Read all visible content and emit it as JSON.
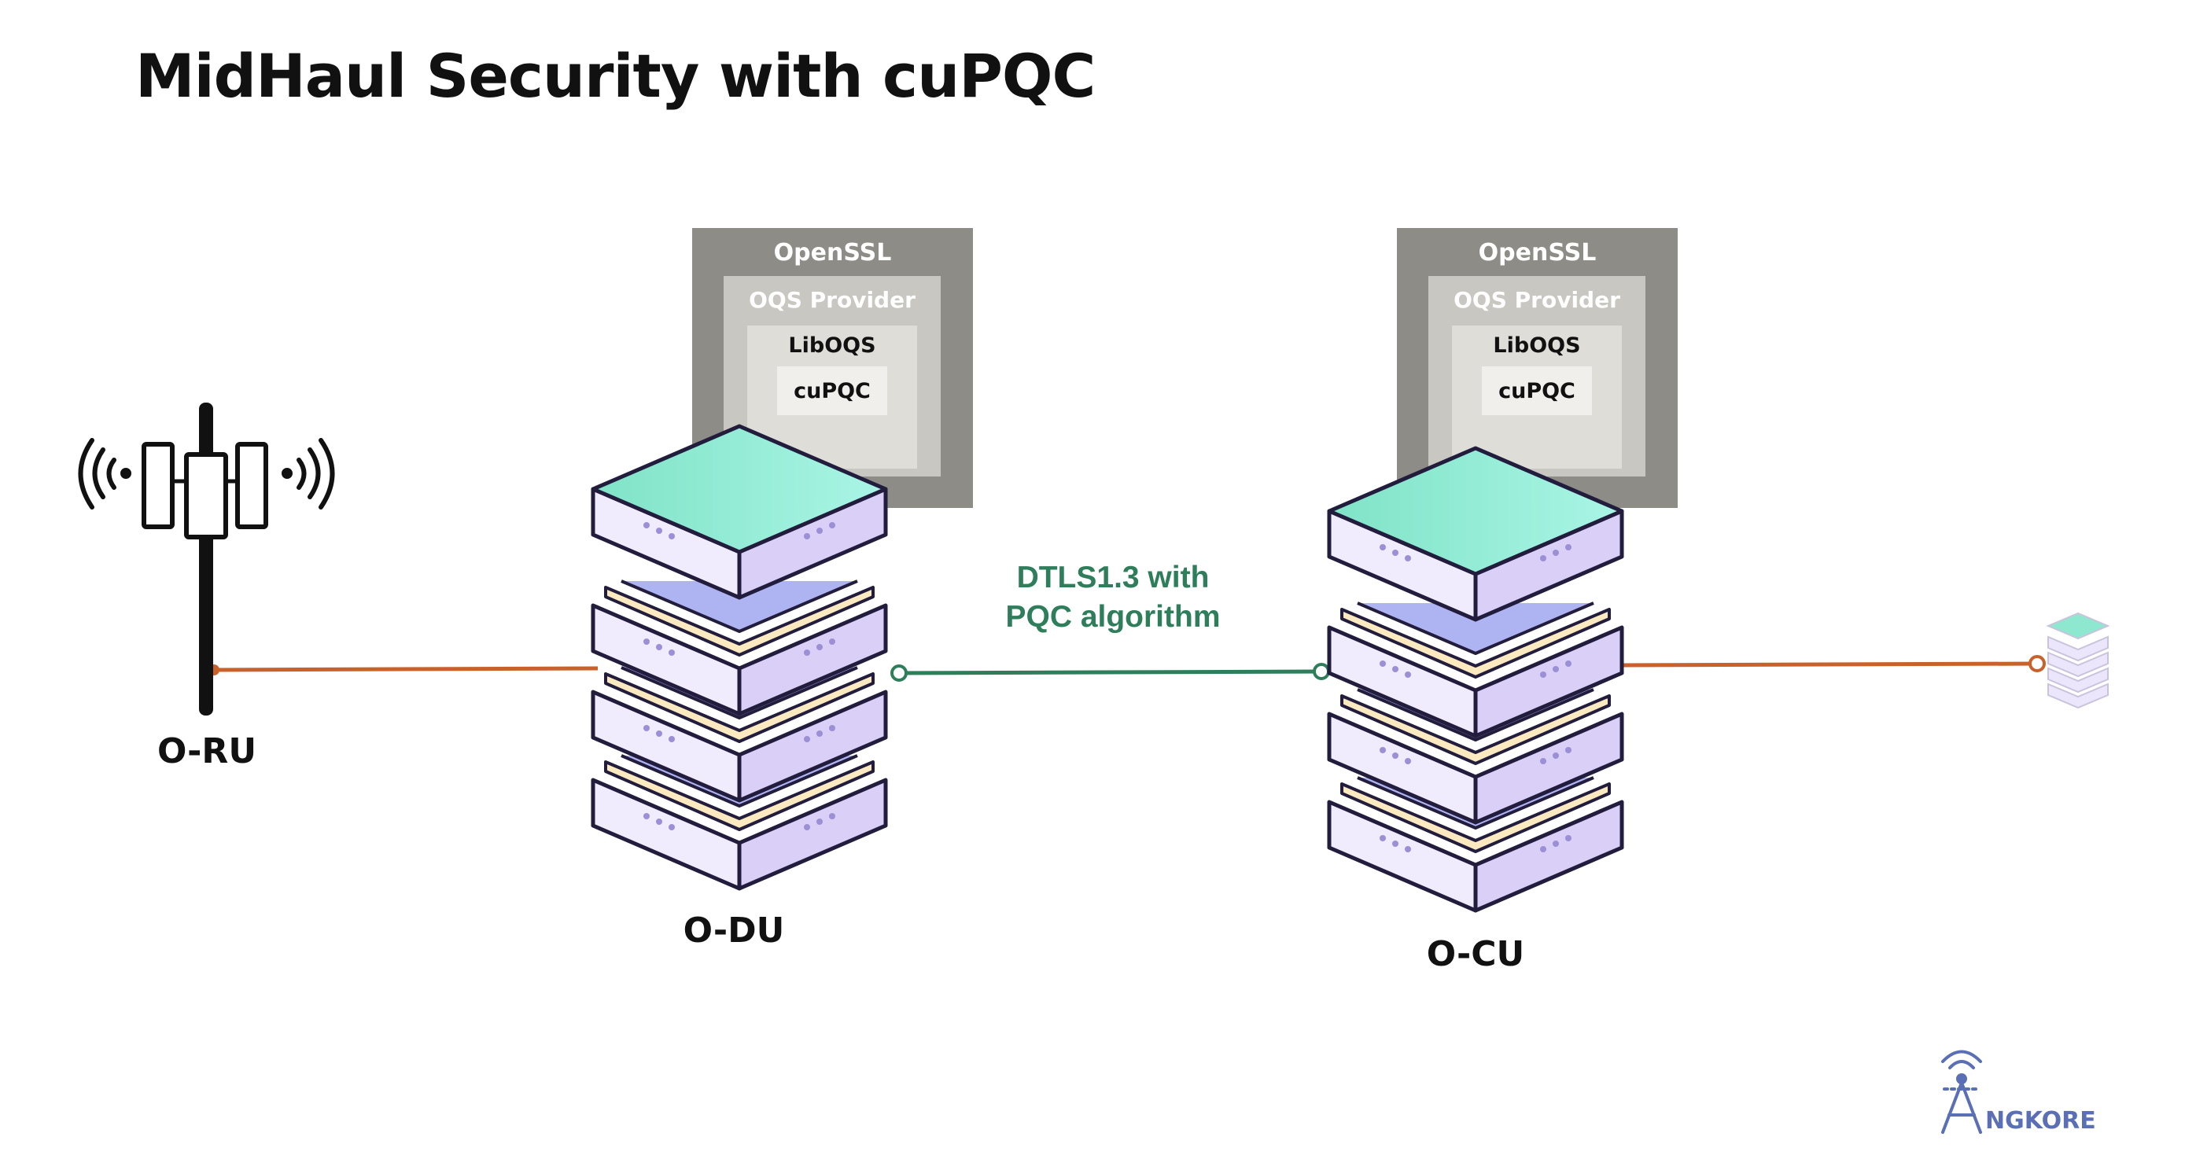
{
  "title": "MidHaul Security with cuPQC",
  "nodes": {
    "oru": {
      "label": "O-RU"
    },
    "odu": {
      "label": "O-DU"
    },
    "ocu": {
      "label": "O-CU"
    }
  },
  "security_stack": {
    "layers": [
      "OpenSSL",
      "OQS Provider",
      "LibOQS",
      "cuPQC"
    ]
  },
  "link": {
    "label_line1": "DTLS1.3 with",
    "label_line2": "PQC algorithm"
  },
  "logo": {
    "text": "NGKORE"
  },
  "colors": {
    "fronthaul_link": "#c8612a",
    "midhaul_link": "#2e7d5b",
    "server_top": "#9df0dc",
    "server_body": "#e2dcf8",
    "server_outline": "#221d3d",
    "stack_outer": "#8e8c86"
  }
}
